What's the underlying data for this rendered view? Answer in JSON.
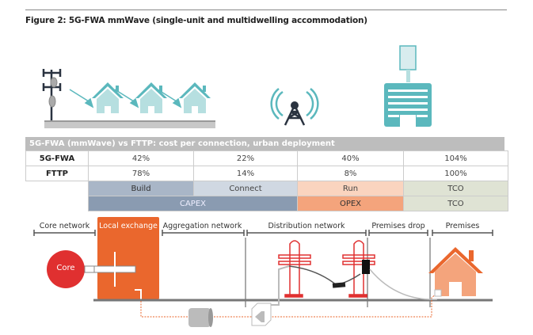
{
  "figure": {
    "title": "Figure 2: 5G-FWA mmWave (single-unit and multidwelling accommodation)"
  },
  "colors": {
    "teal": "#5bb8bd",
    "light_teal": "#b6dfe0",
    "navy": "#2a3340",
    "orange": "#ea672d",
    "red": "#e03030"
  },
  "table": {
    "header": "5G-FWA (mmWave) vs FTTP: cost per connection, urban deployment",
    "rows": [
      {
        "label": "5G-FWA",
        "values": [
          "42%",
          "22%",
          "40%",
          "104%"
        ]
      },
      {
        "label": "FTTP",
        "values": [
          "78%",
          "14%",
          "8%",
          "100%"
        ]
      }
    ],
    "categories": [
      "Build",
      "Connect",
      "Run",
      "TCO"
    ],
    "groups": [
      "CAPEX",
      "OPEX",
      "TCO"
    ]
  },
  "network": {
    "segments": [
      "Core network",
      "Local exchange",
      "Aggregation network",
      "Distribution network",
      "Premises drop",
      "Premises"
    ],
    "core_label": "Core"
  }
}
